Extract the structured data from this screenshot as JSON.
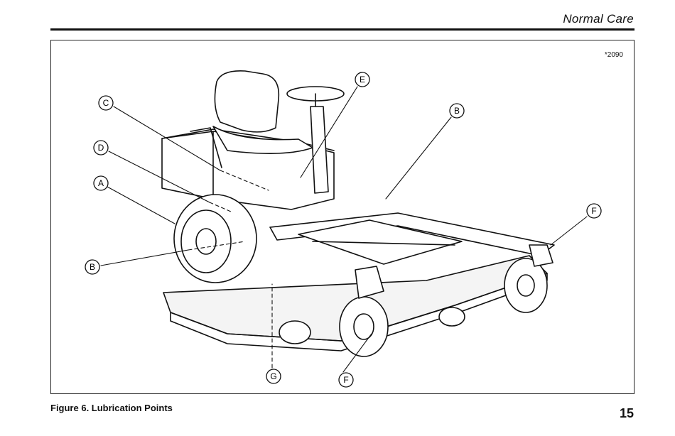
{
  "header": {
    "section_title": "Normal Care"
  },
  "figure": {
    "id_code": "*2090",
    "caption": "Figure 6. Lubrication Points",
    "callouts": [
      {
        "key": "c",
        "letter": "C"
      },
      {
        "key": "d",
        "letter": "D"
      },
      {
        "key": "a",
        "letter": "A"
      },
      {
        "key": "b_left",
        "letter": "B"
      },
      {
        "key": "e",
        "letter": "E"
      },
      {
        "key": "b_right",
        "letter": "B"
      },
      {
        "key": "f_right",
        "letter": "F"
      },
      {
        "key": "g",
        "letter": "G"
      },
      {
        "key": "f_bottom",
        "letter": "F"
      }
    ]
  },
  "footer": {
    "page_number": "15"
  },
  "colors": {
    "ink": "#111111",
    "paper": "#ffffff"
  }
}
